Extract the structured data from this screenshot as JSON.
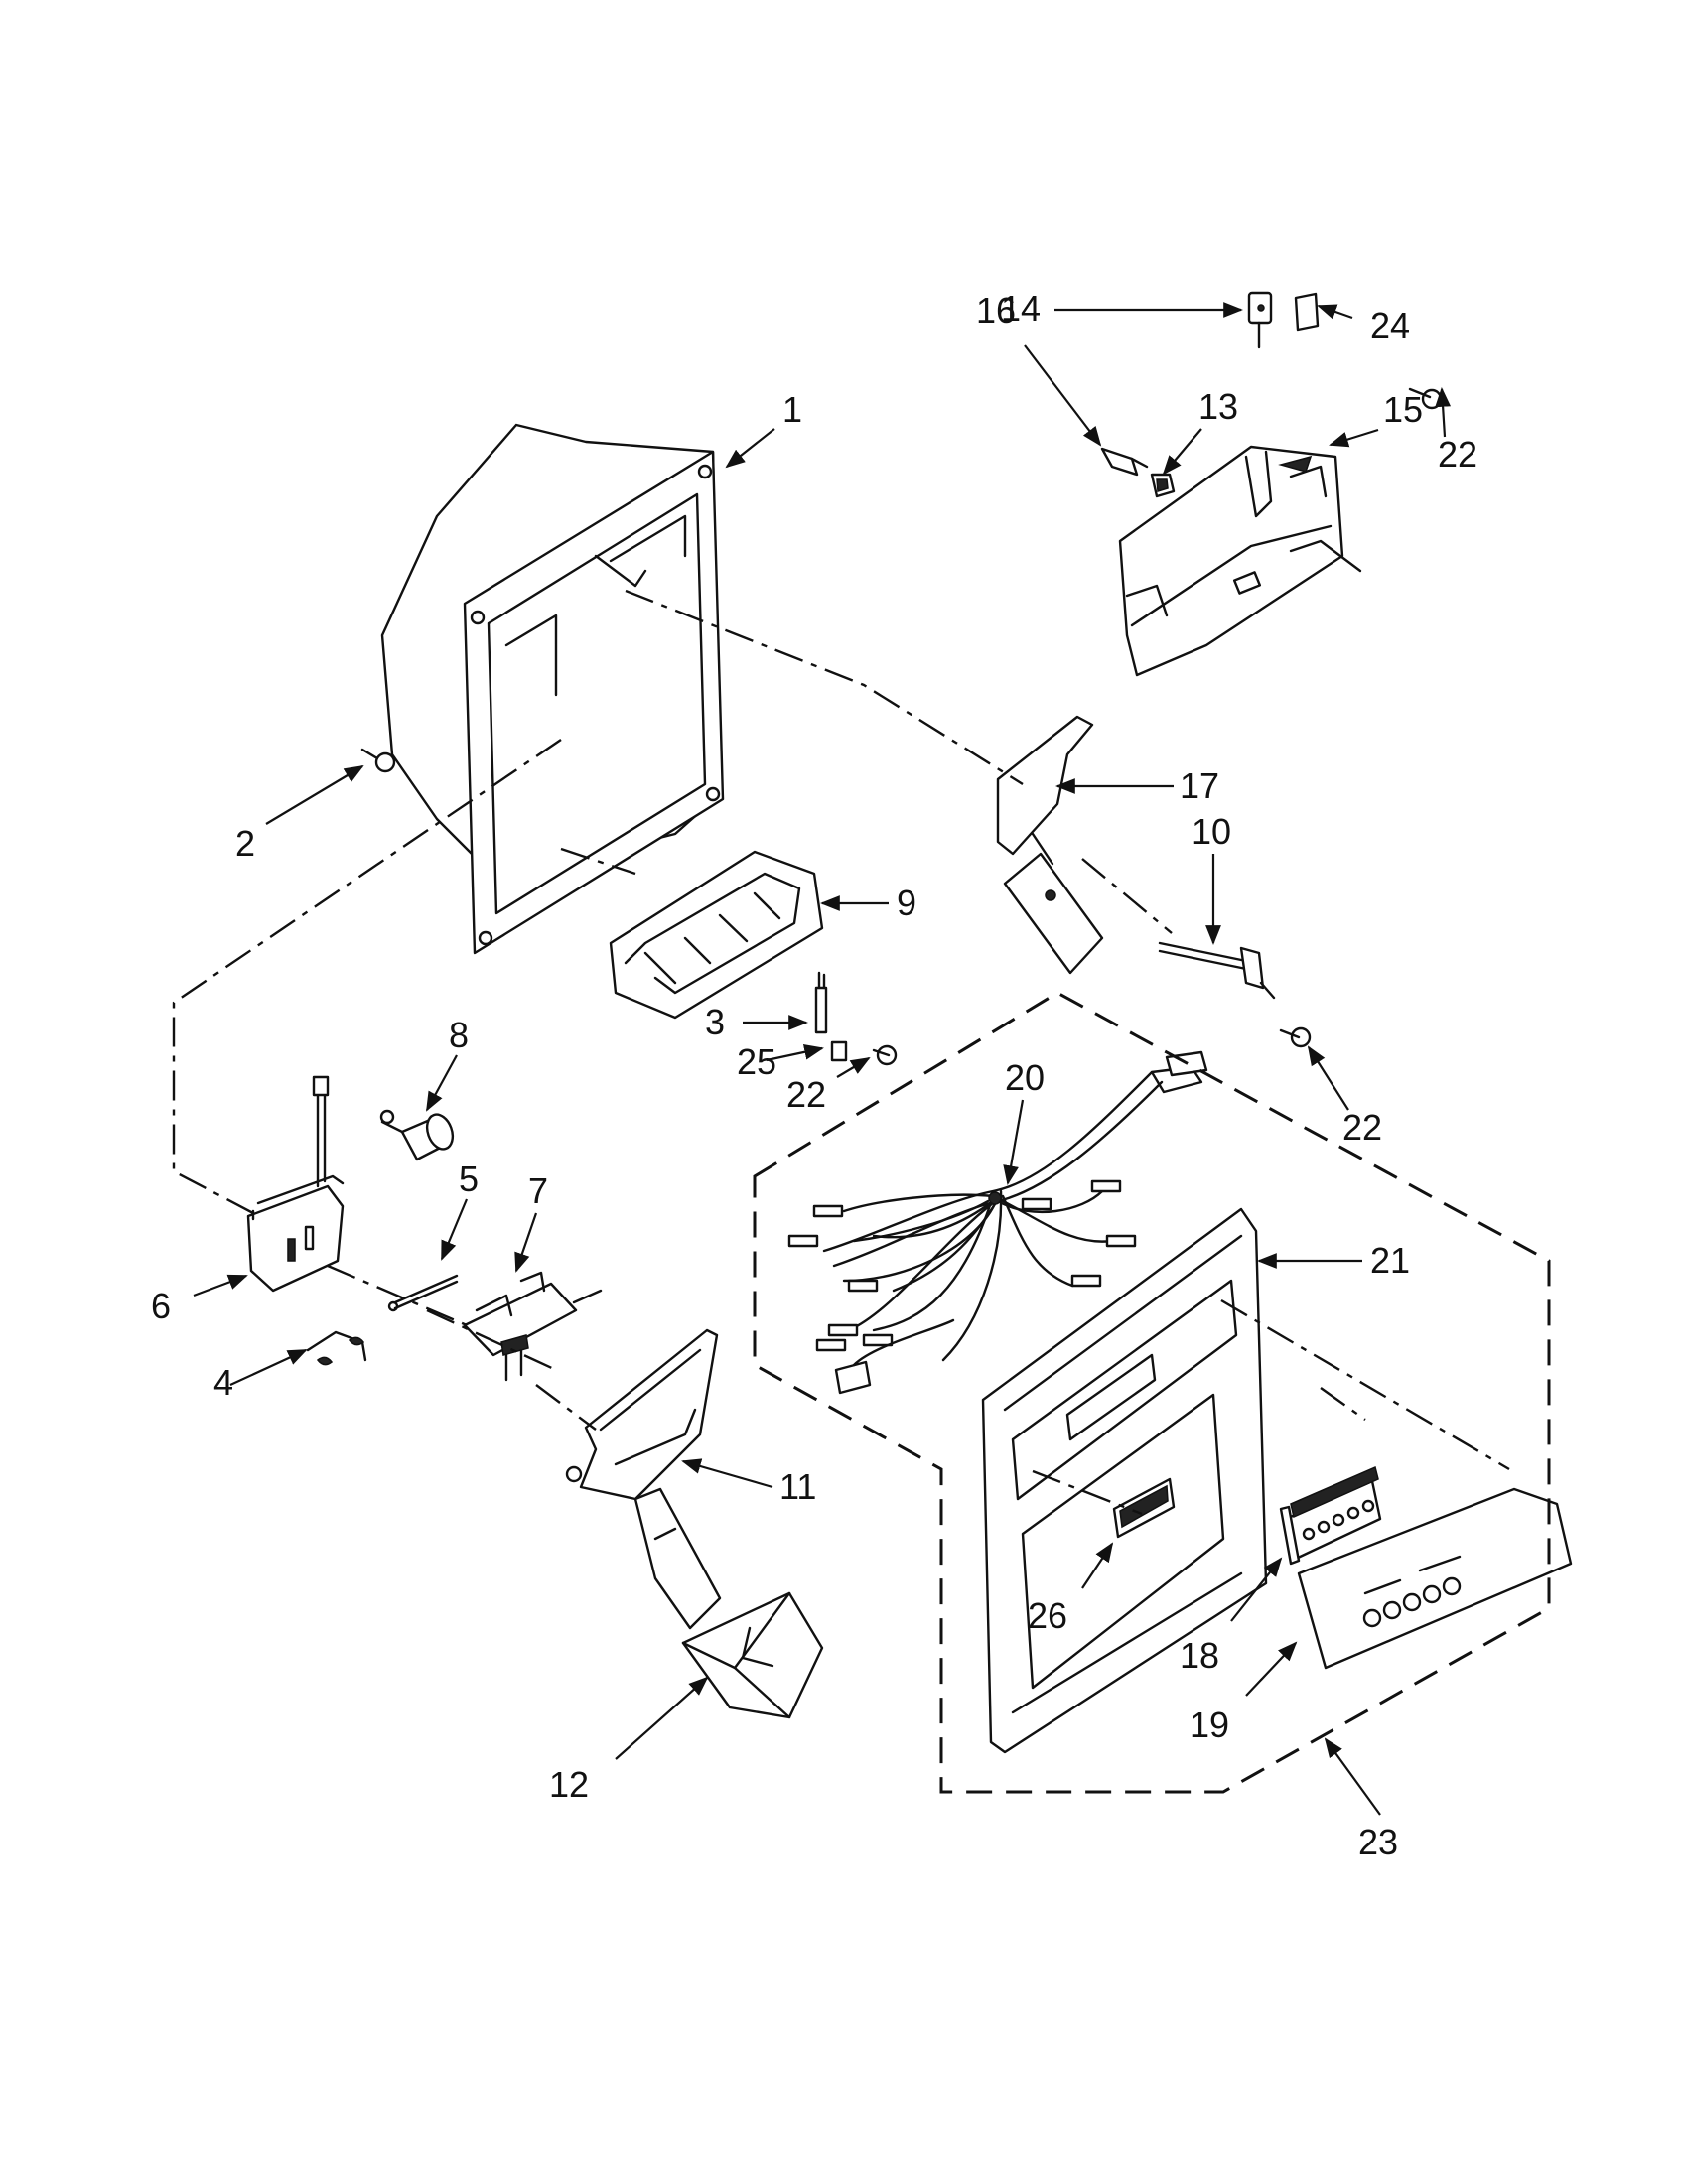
{
  "diagram": {
    "callouts": [
      {
        "id": "c1",
        "label": "1"
      },
      {
        "id": "c2",
        "label": "2"
      },
      {
        "id": "c3",
        "label": "3"
      },
      {
        "id": "c4",
        "label": "4"
      },
      {
        "id": "c5",
        "label": "5"
      },
      {
        "id": "c6",
        "label": "6"
      },
      {
        "id": "c7",
        "label": "7"
      },
      {
        "id": "c8",
        "label": "8"
      },
      {
        "id": "c9",
        "label": "9"
      },
      {
        "id": "c10",
        "label": "10"
      },
      {
        "id": "c11",
        "label": "11"
      },
      {
        "id": "c12",
        "label": "12"
      },
      {
        "id": "c13",
        "label": "13"
      },
      {
        "id": "c14",
        "label": "14"
      },
      {
        "id": "c15",
        "label": "15"
      },
      {
        "id": "c16",
        "label": "16"
      },
      {
        "id": "c17",
        "label": "17"
      },
      {
        "id": "c18",
        "label": "18"
      },
      {
        "id": "c19",
        "label": "19"
      },
      {
        "id": "c20",
        "label": "20"
      },
      {
        "id": "c21",
        "label": "21"
      },
      {
        "id": "c22a",
        "label": "22"
      },
      {
        "id": "c22b",
        "label": "22"
      },
      {
        "id": "c22c",
        "label": "22"
      },
      {
        "id": "c23",
        "label": "23"
      },
      {
        "id": "c24",
        "label": "24"
      },
      {
        "id": "c25",
        "label": "25"
      },
      {
        "id": "c26",
        "label": "26"
      }
    ]
  }
}
